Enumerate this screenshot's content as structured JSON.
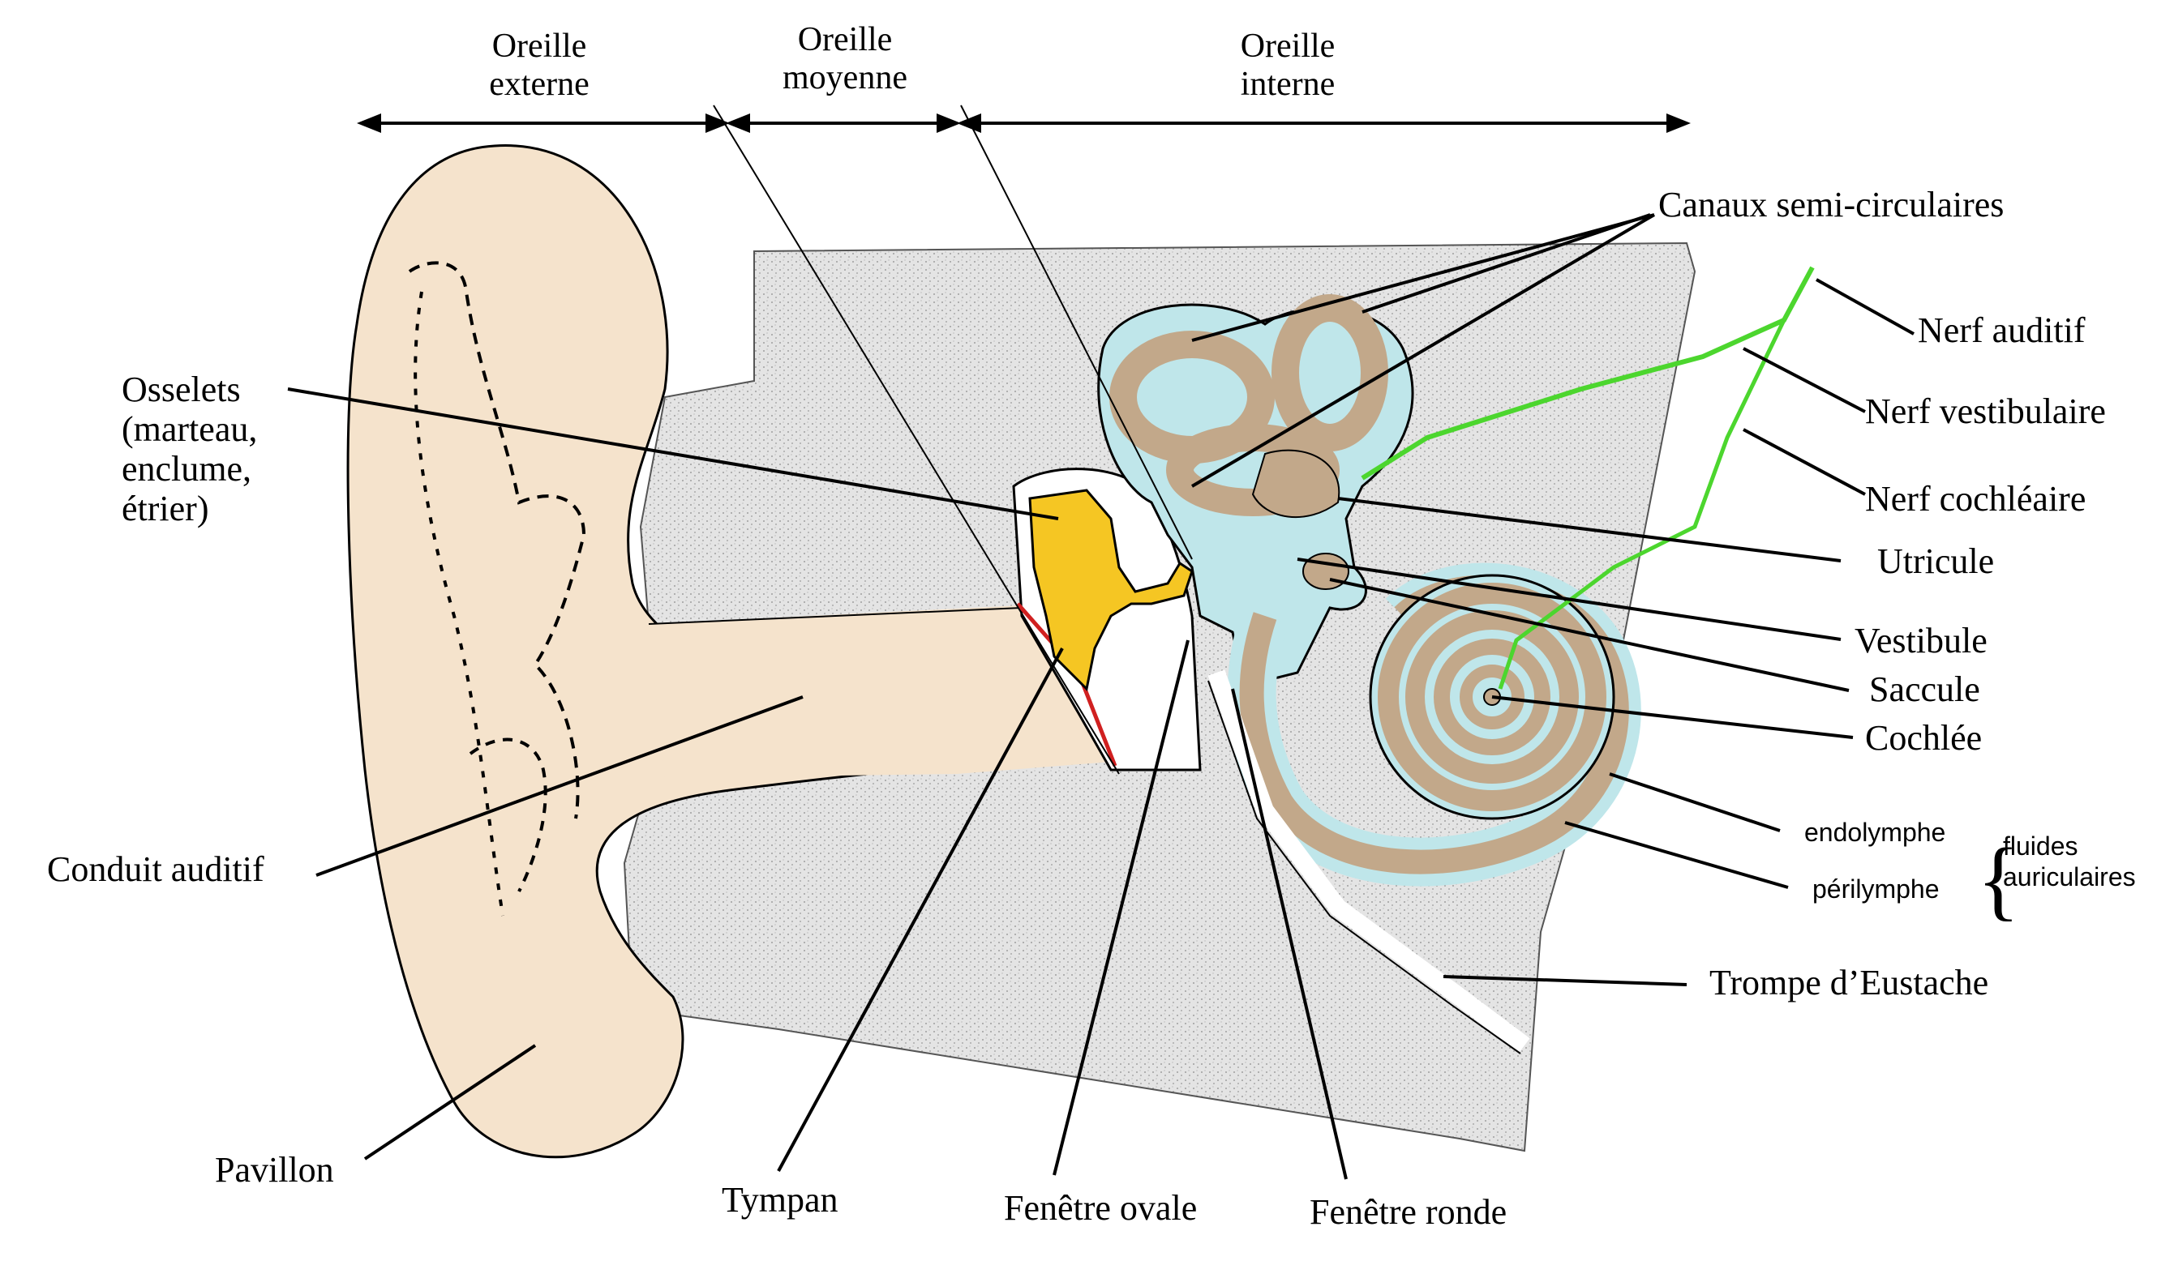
{
  "sections": {
    "externe": [
      "Oreille",
      "externe"
    ],
    "moyenne": [
      "Oreille",
      "moyenne"
    ],
    "interne": [
      "Oreille",
      "interne"
    ]
  },
  "labels": {
    "osselets": [
      "Osselets",
      "(marteau,",
      "enclume,",
      "étrier)"
    ],
    "conduit_auditif": "Conduit auditif",
    "pavillon": "Pavillon",
    "tympan": "Tympan",
    "fenetre_ovale": "Fenêtre ovale",
    "fenetre_ronde": "Fenêtre ronde",
    "canaux": "Canaux semi-circulaires",
    "nerf_auditif": "Nerf auditif",
    "nerf_vestibulaire": "Nerf vestibulaire",
    "nerf_cochleaire": "Nerf cochléaire",
    "utricule": "Utricule",
    "vestibule": "Vestibule",
    "saccule": "Saccule",
    "cochlee": "Cochlée",
    "endolymphe": "endolymphe",
    "perilymphe": "périlymphe",
    "fluides": [
      "fluides",
      "auriculaires"
    ],
    "trompe": "Trompe d’Eustache"
  },
  "colors": {
    "skin": "#f5e3cc",
    "bone": "#dcdcdc",
    "ossicles": "#f5c623",
    "perilymph": "#bfe6ea",
    "labyrinth": "#c2a88a",
    "nerve": "#4cd62e",
    "tympan": "#d02020"
  }
}
